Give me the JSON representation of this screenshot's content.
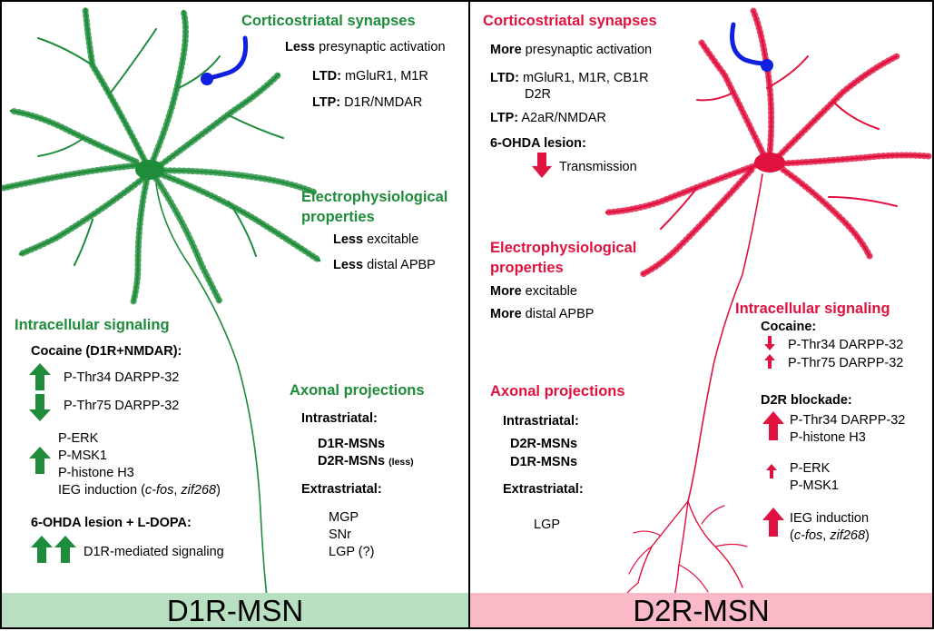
{
  "colors": {
    "d1": "#1e8c3a",
    "d2": "#e0123f",
    "d1_bg": "#b7dfc0",
    "d2_bg": "#f9b9c7",
    "terminal": "#1020e0"
  },
  "left": {
    "footer": "D1R-MSN",
    "syn_title": "Corticostriatal synapses",
    "syn_less": "Less",
    "syn_act": " presynaptic activation",
    "ltd_label": "LTD:",
    "ltd_val": " mGluR1, M1R",
    "ltp_label": "LTP:",
    "ltp_val": " D1R/NMDAR",
    "ephys_title_1": "Electrophysiological",
    "ephys_title_2": "properties",
    "ex_q": "Less",
    "ex_text": " excitable",
    "ap_q": "Less",
    "ap_text": " distal APBP",
    "sig_title": "Intracellular signaling",
    "cocaine": "Cocaine (D1R+NMDAR):",
    "thr34": "P-Thr34 DARPP-32",
    "thr75": "P-Thr75 DARPP-32",
    "erk": "P-ERK",
    "msk": "P-MSK1",
    "histone": "P-histone H3",
    "ieg_a": "IEG induction (",
    "ieg_b": "c-fos",
    "ieg_c": ", ",
    "ieg_d": "zif268",
    "ieg_e": ")",
    "ohda": "6-OHDA lesion + L-DOPA:",
    "d1sig": "D1R-mediated signaling",
    "ax_title": "Axonal projections",
    "intra": "Intrastriatal:",
    "intra_1": "D1R-MSNs",
    "intra_2": "D2R-MSNs",
    "intra_2_note": "(less)",
    "extra": "Extrastriatal:",
    "extra_1": "MGP",
    "extra_2": "SNr",
    "extra_3": "LGP (?)"
  },
  "right": {
    "footer": "D2R-MSN",
    "syn_title": "Corticostriatal synapses",
    "syn_more": "More",
    "syn_act": " presynaptic activation",
    "ltd_label": "LTD:",
    "ltd_val": " mGluR1, M1R, CB1R",
    "ltd_val2": "D2R",
    "ltp_label": "LTP:",
    "ltp_val": " A2aR/NMDAR",
    "ohda": "6-OHDA lesion:",
    "trans": "Transmission",
    "ephys_title_1": "Electrophysiological",
    "ephys_title_2": "properties",
    "ex_q": "More",
    "ex_text": " excitable",
    "ap_q": "More",
    "ap_text": " distal APBP",
    "ax_title": "Axonal projections",
    "intra": "Intrastriatal:",
    "intra_1": "D2R-MSNs",
    "intra_2": "D1R-MSNs",
    "extra": "Extrastriatal:",
    "extra_1": "LGP",
    "sig_title": "Intracellular signaling",
    "cocaine": "Cocaine:",
    "thr34": "P-Thr34 DARPP-32",
    "thr75": "P-Thr75 DARPP-32",
    "d2block": "D2R blockade:",
    "b_thr34": "P-Thr34 DARPP-32",
    "b_histone": "P-histone H3",
    "b_erk": "P-ERK",
    "b_msk": "P-MSK1",
    "b_ieg": "IEG induction",
    "b_ieg2_a": "(",
    "b_ieg2_b": "c-fos",
    "b_ieg2_c": ", ",
    "b_ieg2_d": "zif268",
    "b_ieg2_e": ")"
  }
}
